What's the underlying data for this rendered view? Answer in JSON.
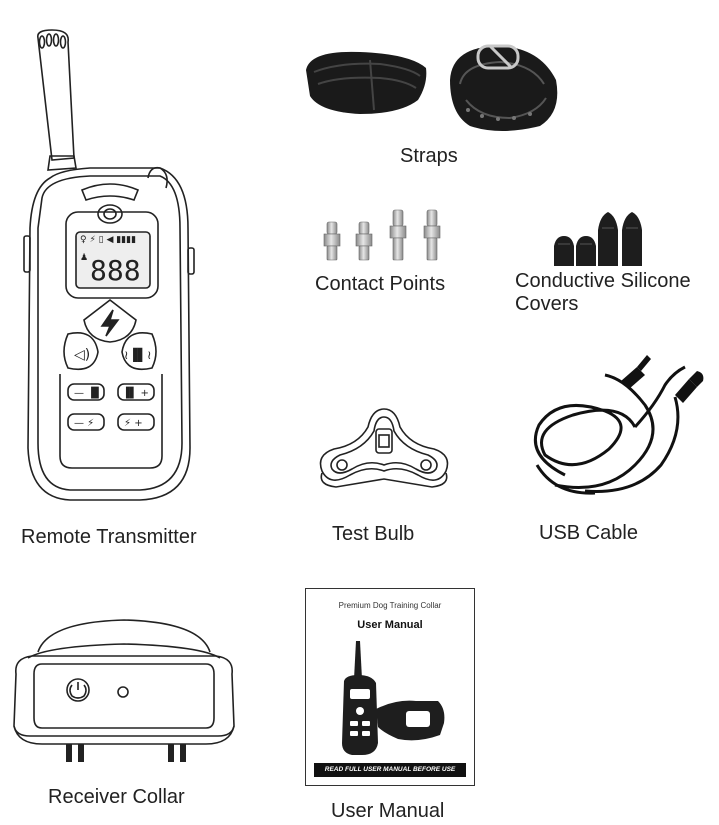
{
  "items": {
    "remote": {
      "label": "Remote Transmitter",
      "icon": "remote-transmitter-drawing"
    },
    "straps": {
      "label": "Straps",
      "icon": "strap-photo"
    },
    "contact_points": {
      "label": "Contact Points",
      "icon": "contact-points-photo"
    },
    "silicone_covers": {
      "label": "Conductive Silicone Covers",
      "icon": "silicone-covers-photo"
    },
    "test_bulb": {
      "label": "Test Bulb",
      "icon": "test-bulb-drawing"
    },
    "usb_cable": {
      "label": "USB Cable",
      "icon": "usb-cable-photo"
    },
    "receiver": {
      "label": "Receiver Collar",
      "icon": "receiver-collar-drawing"
    },
    "manual": {
      "label": "User Manual",
      "cover_subtitle": "Premium Dog Training Collar",
      "cover_title": "User Manual",
      "cover_banner": "READ FULL USER MANUAL BEFORE USE"
    }
  },
  "colors": {
    "ink": "#222222",
    "dark": "#111111",
    "metal": "#b8b8b8"
  }
}
